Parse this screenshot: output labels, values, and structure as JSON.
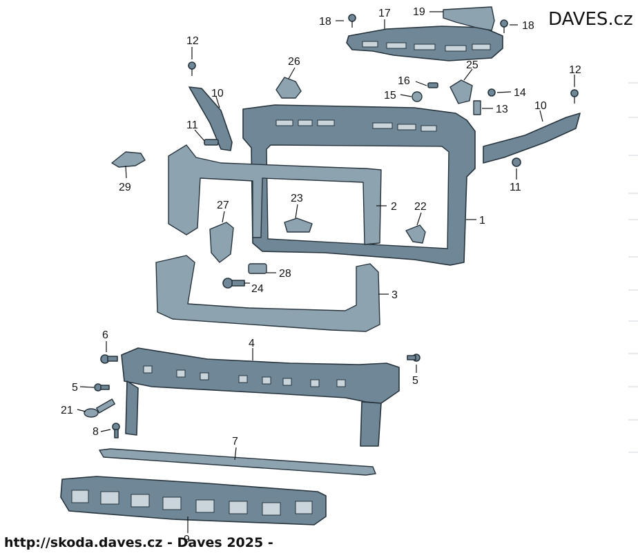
{
  "brand": "DAVES.cz",
  "footer": "http://skoda.daves.cz - Daves 2025 -",
  "colors": {
    "part": "#6f8796",
    "outline": "#26333c",
    "text": "#111111"
  },
  "callouts": [
    {
      "id": "c1",
      "label": "1"
    },
    {
      "id": "c2",
      "label": "2"
    },
    {
      "id": "c3",
      "label": "3"
    },
    {
      "id": "c4",
      "label": "4"
    },
    {
      "id": "c5a",
      "label": "5"
    },
    {
      "id": "c5b",
      "label": "5"
    },
    {
      "id": "c6",
      "label": "6"
    },
    {
      "id": "c7",
      "label": "7"
    },
    {
      "id": "c8",
      "label": "8"
    },
    {
      "id": "c9",
      "label": "9"
    },
    {
      "id": "c10a",
      "label": "10"
    },
    {
      "id": "c10b",
      "label": "10"
    },
    {
      "id": "c11a",
      "label": "11"
    },
    {
      "id": "c11b",
      "label": "11"
    },
    {
      "id": "c12a",
      "label": "12"
    },
    {
      "id": "c12b",
      "label": "12"
    },
    {
      "id": "c13",
      "label": "13"
    },
    {
      "id": "c14",
      "label": "14"
    },
    {
      "id": "c15",
      "label": "15"
    },
    {
      "id": "c16",
      "label": "16"
    },
    {
      "id": "c17",
      "label": "17"
    },
    {
      "id": "c18a",
      "label": "18"
    },
    {
      "id": "c18b",
      "label": "18"
    },
    {
      "id": "c19",
      "label": "19"
    },
    {
      "id": "c21",
      "label": "21"
    },
    {
      "id": "c22",
      "label": "22"
    },
    {
      "id": "c23",
      "label": "23"
    },
    {
      "id": "c24",
      "label": "24"
    },
    {
      "id": "c25",
      "label": "25"
    },
    {
      "id": "c26",
      "label": "26"
    },
    {
      "id": "c27",
      "label": "27"
    },
    {
      "id": "c28",
      "label": "28"
    },
    {
      "id": "c29",
      "label": "29"
    }
  ]
}
